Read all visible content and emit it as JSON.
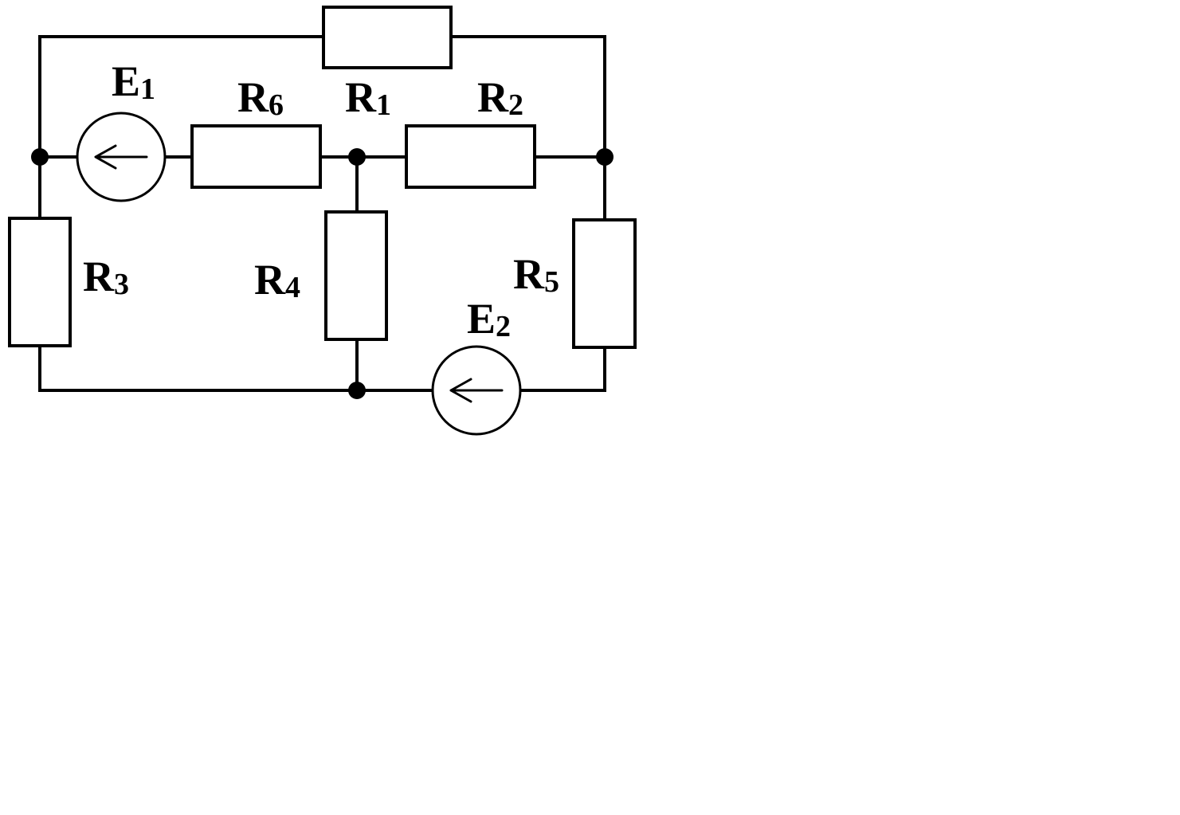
{
  "labels": {
    "E1": {
      "main": "E",
      "sub": "1"
    },
    "E2": {
      "main": "E",
      "sub": "2"
    },
    "R1": {
      "main": "R",
      "sub": "1"
    },
    "R2": {
      "main": "R",
      "sub": "2"
    },
    "R3": {
      "main": "R",
      "sub": "3"
    },
    "R4": {
      "main": "R",
      "sub": "4"
    },
    "R5": {
      "main": "R",
      "sub": "5"
    },
    "R6": {
      "main": "R",
      "sub": "6"
    }
  }
}
